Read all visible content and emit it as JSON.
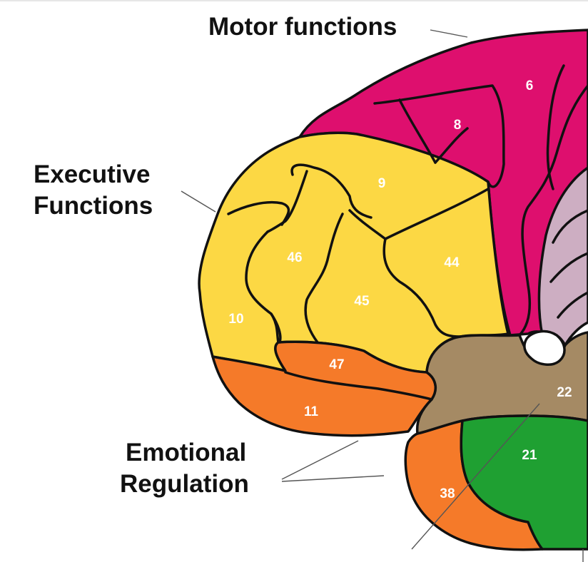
{
  "colors": {
    "motor": "#de0f6e",
    "executive": "#fcd844",
    "orbital": "#f57a29",
    "temporal_sup": "#a58a64",
    "temporal_mid": "#1fa032",
    "parietal": "#cdaec2",
    "outline": "#111111",
    "leader_line": "#555555",
    "label_text": "#111111",
    "number_text": "#ffffff"
  },
  "labels": {
    "motor": "Motor functions",
    "executive_line1": "Executive",
    "executive_line2": "Functions",
    "emotional_line1": "Emotional",
    "emotional_line2": "Regulation"
  },
  "areas": {
    "a6": "6",
    "a8": "8",
    "a9": "9",
    "a10": "10",
    "a11": "11",
    "a21": "21",
    "a22": "22",
    "a38": "38",
    "a44": "44",
    "a45": "45",
    "a46": "46",
    "a47": "47"
  }
}
